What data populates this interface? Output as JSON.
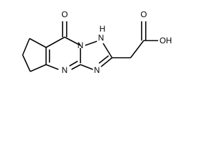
{
  "atom_labels": {
    "carbonyl_oxygen": "O",
    "ring_nh": "N",
    "ring_nh_hydrogen": "H",
    "bridge_nitrogen": "N",
    "pyrimidine_nitrogen": "N",
    "triazole_nitrogen": "N",
    "acid_oxygen": "O",
    "hydroxyl": "OH"
  },
  "colors": {
    "bond": "#000000",
    "text": "#000000",
    "background": "#ffffff"
  }
}
